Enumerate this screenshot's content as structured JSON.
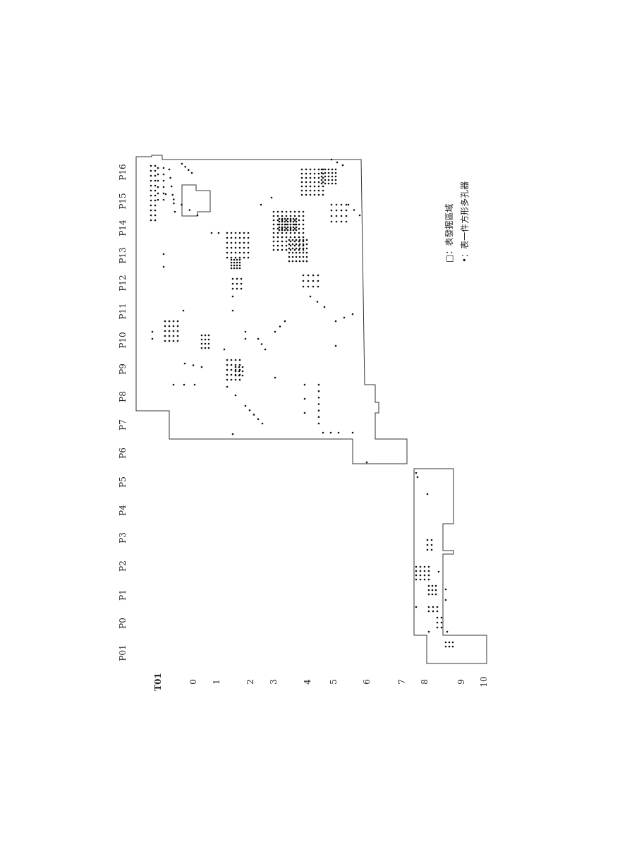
{
  "diagram": {
    "column_labels": [
      "P16",
      "P15",
      "P14",
      "P13",
      "P12",
      "P11",
      "P10",
      "P9",
      "P8",
      "P7",
      "P6",
      "P5",
      "P4",
      "P3",
      "P2",
      "P1",
      "P0",
      "P01"
    ],
    "row_labels": [
      "T01",
      "0",
      "1",
      "2",
      "3",
      "4",
      "5",
      "6",
      "7",
      "8",
      "9",
      "10"
    ],
    "legend": {
      "area_symbol": "□",
      "area_text": "：表發掘區域",
      "find_symbol": "•",
      "find_text": "：表一件方形多孔器"
    }
  },
  "colors": {
    "ink": "#222222",
    "dot": "#111111"
  }
}
